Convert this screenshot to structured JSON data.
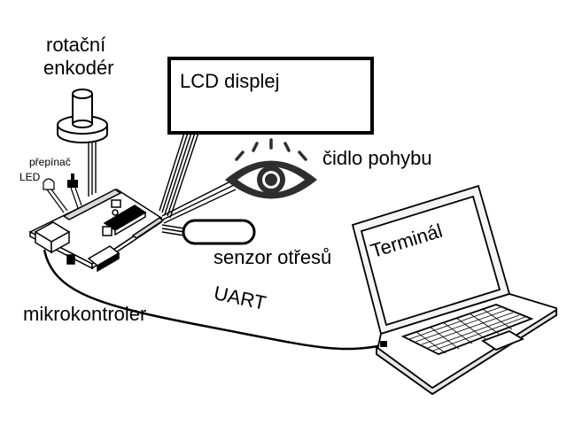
{
  "labels": {
    "encoder_line1": "rotační",
    "encoder_line2": "enkodér",
    "switch": "přepínač",
    "led": "LED",
    "lcd": "LCD displej",
    "motion": "čidlo pohybu",
    "shock": "senzor otřesů",
    "uart": "UART",
    "mcu": "mikrokontroler",
    "terminal": "Terminál"
  },
  "icons": {
    "encoder": "rotary-encoder-icon",
    "eye": "eye-icon",
    "board": "arduino-board-icon",
    "laptop": "laptop-icon"
  }
}
